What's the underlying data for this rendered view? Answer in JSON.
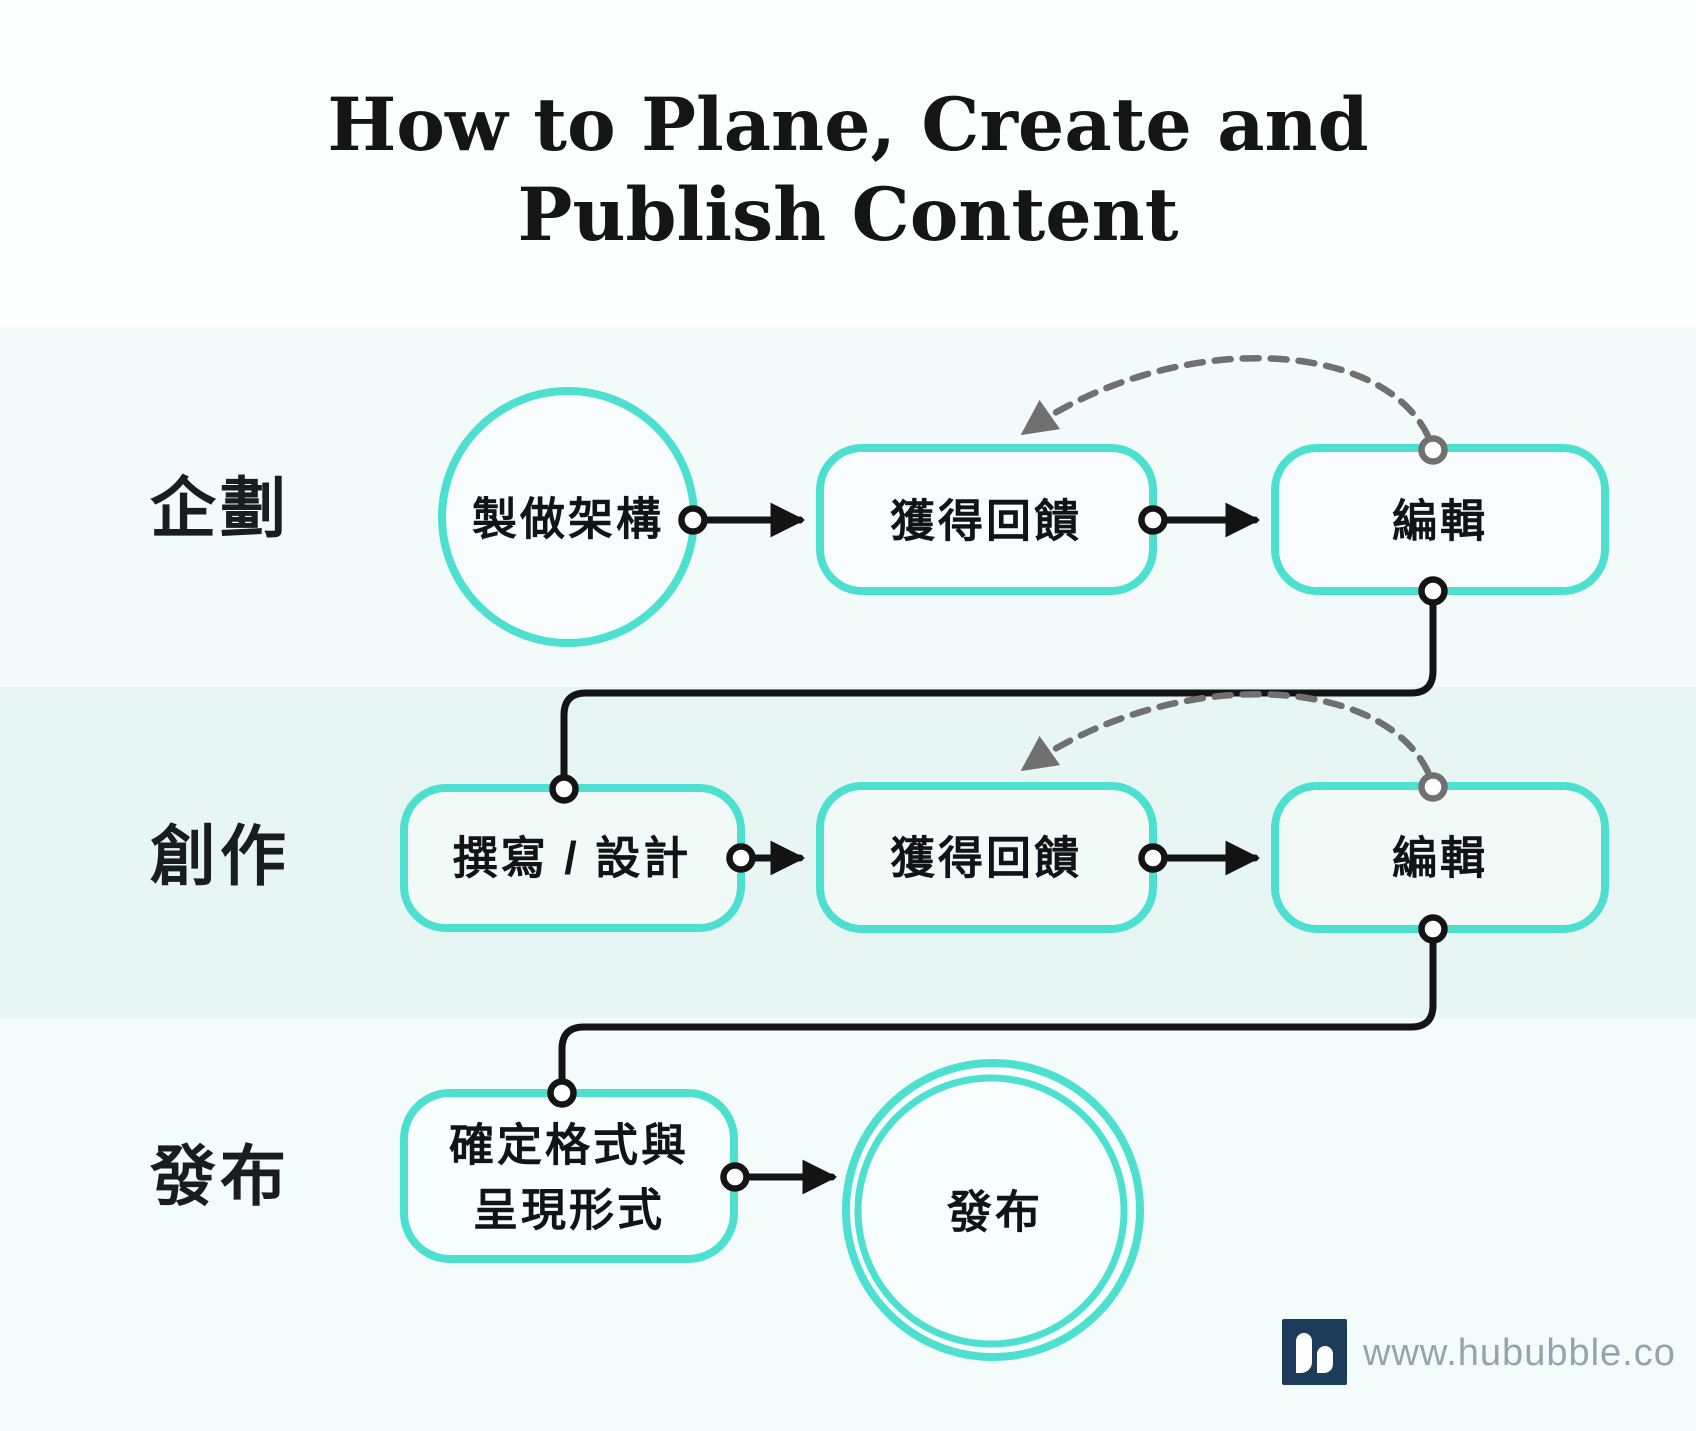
{
  "title": {
    "line1": "How to Plane, Create and",
    "line2": "Publish Content"
  },
  "rows": [
    {
      "label": "企劃",
      "nodes": {
        "start": "製做架構",
        "feedback": "獲得回饋",
        "edit": "編輯"
      }
    },
    {
      "label": "創作",
      "nodes": {
        "start": "撰寫 / 設計",
        "feedback": "獲得回饋",
        "edit": "編輯"
      }
    },
    {
      "label": "發布",
      "nodes": {
        "format_line1": "確定格式與",
        "format_line2": "呈現形式",
        "publish": "發布"
      }
    }
  ],
  "footer": {
    "url": "www.hububble.co"
  },
  "colors": {
    "accent_teal": "#4de0d0",
    "line_black": "#141414",
    "arc_gray": "#707070",
    "band_planning": "#f2fafa",
    "band_creation": "#e7f6f3",
    "band_publish": "#f3fbfb",
    "logo_navy": "#1d3c5a",
    "url_gray": "#94a4b0"
  }
}
